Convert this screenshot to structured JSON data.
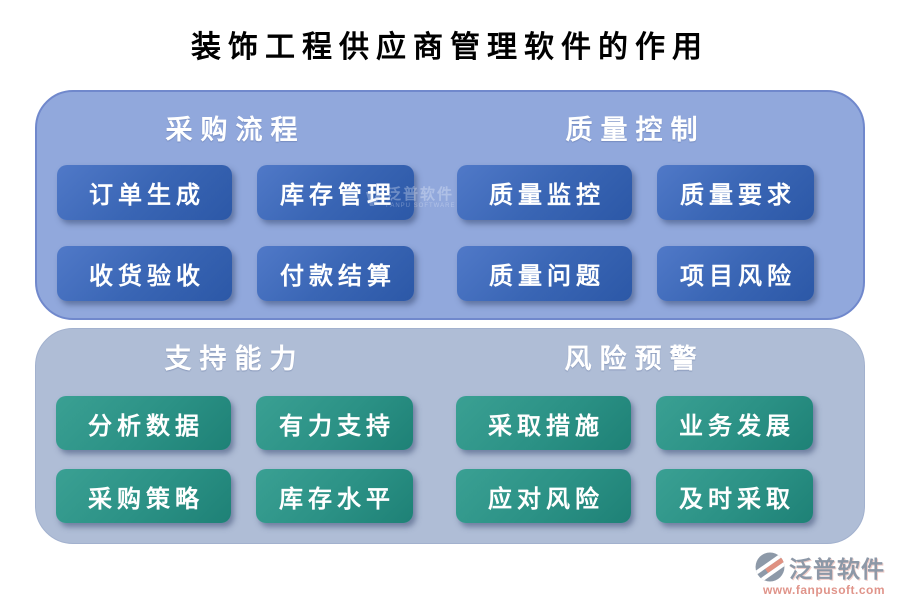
{
  "title": "装饰工程供应商管理软件的作用",
  "panels": [
    {
      "id": "procurement-quality",
      "background": "#91a8dc",
      "sections": [
        {
          "header": "采购流程",
          "buttons": [
            "订单生成",
            "库存管理",
            "收货验收",
            "付款结算"
          ]
        },
        {
          "header": "质量控制",
          "buttons": [
            "质量监控",
            "质量要求",
            "质量问题",
            "项目风险"
          ]
        }
      ]
    },
    {
      "id": "support-risk",
      "background": "#afbdd6",
      "sections": [
        {
          "header": "支持能力",
          "buttons": [
            "分析数据",
            "有力支持",
            "采购策略",
            "库存水平"
          ]
        },
        {
          "header": "风险预警",
          "buttons": [
            "采取措施",
            "业务发展",
            "应对风险",
            "及时采取"
          ]
        }
      ]
    }
  ],
  "watermark": {
    "text": "泛普软件",
    "subtext": "FANPU SOFTWARE"
  },
  "logo": {
    "name": "泛普软件",
    "url": "www.fanpusoft.com"
  },
  "colors": {
    "accent_blue": "#3a66b5",
    "accent_green": "#2b9185",
    "panel_top": "#91a8dc",
    "panel_bottom": "#afbdd6",
    "logo_gray": "#8d98a7",
    "logo_salmon": "#e0948a"
  }
}
